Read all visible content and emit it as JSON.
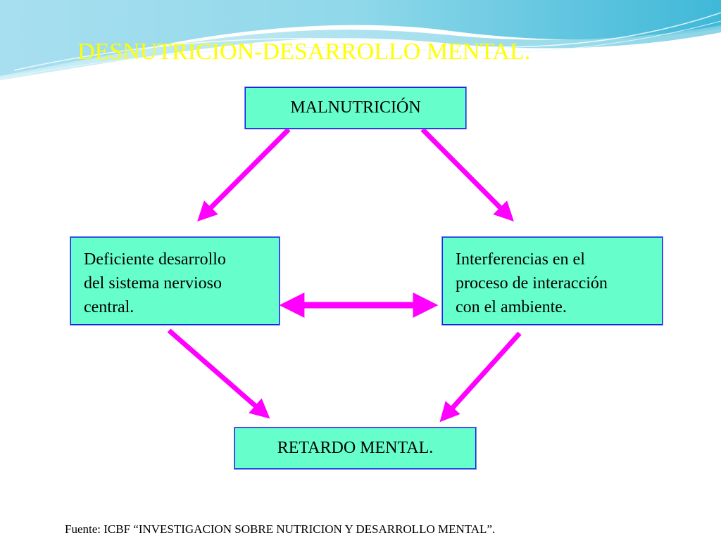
{
  "slide": {
    "title": "DESNUTRICION-DESARROLLO MENTAL.",
    "source": "Fuente: ICBF “INVESTIGACION SOBRE NUTRICION Y DESARROLLO MENTAL”."
  },
  "diagram": {
    "top": "MALNUTRICIÓN",
    "left_lines": [
      "Deficiente desarrollo",
      "del sistema nervioso",
      "central."
    ],
    "right_lines": [
      "Interferencias en el",
      "proceso de interacción",
      "con el ambiente."
    ],
    "bottom": "RETARDO MENTAL."
  },
  "colors": {
    "box_fill": "#66ffcc",
    "box_border": "#1a1aff",
    "arrow": "#ff00ff",
    "title": "#ffff00"
  }
}
